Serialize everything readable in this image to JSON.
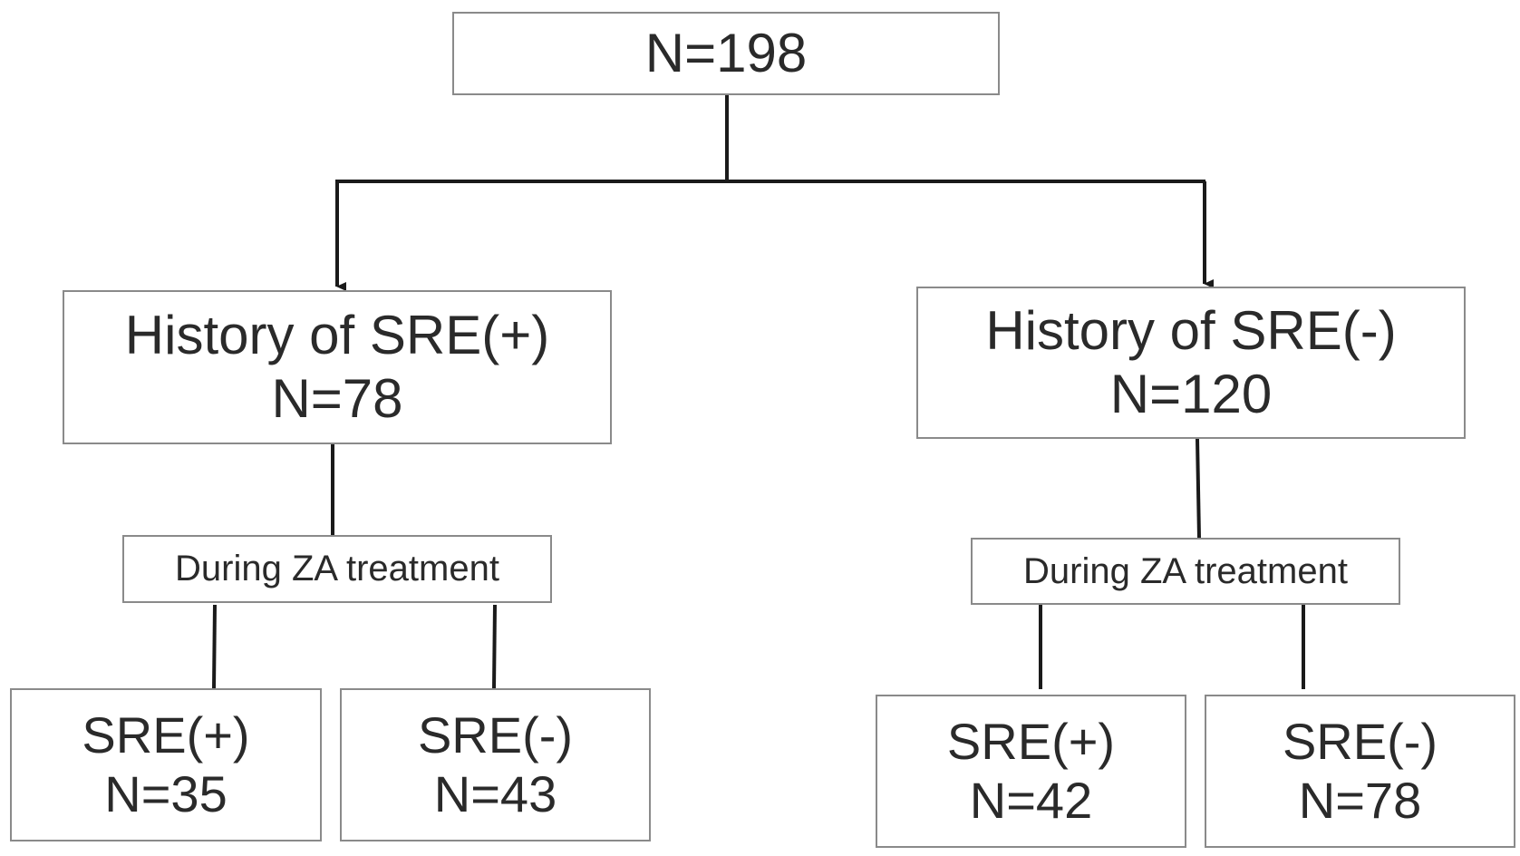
{
  "root": {
    "count": "N=198"
  },
  "branches": [
    {
      "label": "History of SRE(+)",
      "count": "N=78",
      "treatment": "During ZA treatment",
      "outcomes": [
        {
          "label": "SRE(+)",
          "count": "N=35"
        },
        {
          "label": "SRE(-)",
          "count": "N=43"
        }
      ]
    },
    {
      "label": "History of SRE(-)",
      "count": "N=120",
      "treatment": "During ZA treatment",
      "outcomes": [
        {
          "label": "SRE(+)",
          "count": "N=42"
        },
        {
          "label": "SRE(-)",
          "count": "N=78"
        }
      ]
    }
  ],
  "colors": {
    "box_border": "#8a8a8a",
    "connector": "#1a1a1a",
    "text": "#2a2a2a"
  }
}
